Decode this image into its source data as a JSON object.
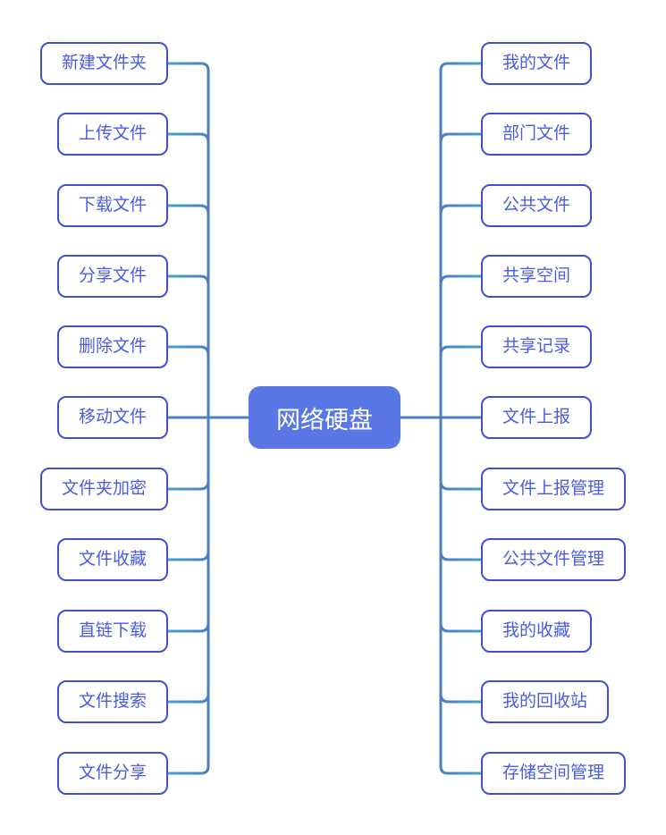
{
  "root": {
    "label": "网络硬盘"
  },
  "branches": {
    "left": [
      "新建文件夹",
      "上传文件",
      "下载文件",
      "分享文件",
      "删除文件",
      "移动文件",
      "文件夹加密",
      "文件收藏",
      "直链下载",
      "文件搜索",
      "文件分享"
    ],
    "right": [
      "我的文件",
      "部门文件",
      "公共文件",
      "共享空间",
      "共享记录",
      "文件上报",
      "文件上报管理",
      "公共文件管理",
      "我的收藏",
      "我的回收站",
      "存储空间管理"
    ]
  },
  "colors": {
    "root_bg": "#5978e6",
    "root_text": "#ffffff",
    "node_border": "#414fd2",
    "node_text": "#4a5ce2",
    "connector_blue": "#4b7ec4",
    "connector_teal": "#47a0cc"
  }
}
